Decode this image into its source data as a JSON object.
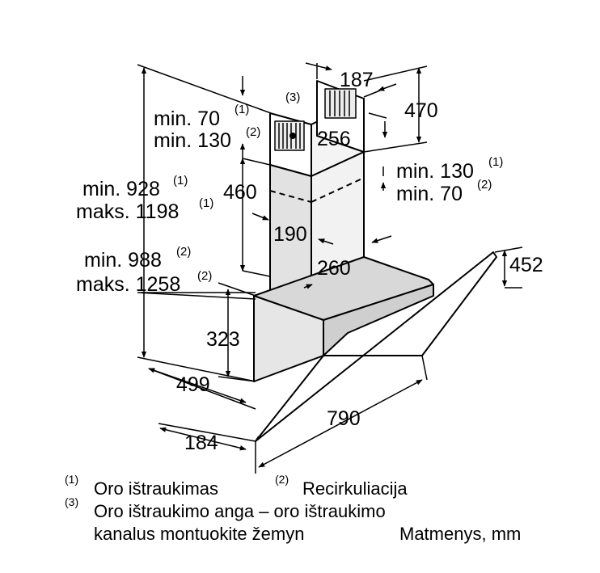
{
  "diagram": {
    "colors": {
      "line": "#000000",
      "hood_shade": "#dcdcdc",
      "panel_light": "#ececec",
      "glass": "#ffffff"
    },
    "labels": {
      "exhaust_gap": "min. 70",
      "exhaust_gap_note": "(1)",
      "recirc_gap": "min. 130",
      "recirc_gap_note": "(2)",
      "vent_opening_note": "(3)",
      "chimney_top_width": "187",
      "chimney_top_height": "470",
      "chimney_depth": "256",
      "right_gap_1": "min. 130",
      "right_gap_1_note": "(1)",
      "right_gap_2": "min. 70",
      "right_gap_2_note": "(2)",
      "total_height_min_exhaust": "min. 928",
      "total_height_min_exhaust_note": "(1)",
      "total_height_max_exhaust": "maks. 1198",
      "total_height_max_exhaust_note": "(1)",
      "lower_chimney_height": "460",
      "lower_chimney_width": "190",
      "lower_chimney_depth": "260",
      "total_height_min_recirc": "min. 988",
      "total_height_min_recirc_note": "(2)",
      "total_height_max_recirc": "maks. 1258",
      "total_height_max_recirc_note": "(2)",
      "glass_height": "452",
      "body_height": "323",
      "body_depth": "499",
      "overall_width": "790",
      "bottom_depth": "184"
    },
    "legend": {
      "note1_marker": "(1)",
      "note1_text": "Oro ištraukimas",
      "note2_marker": "(2)",
      "note2_text": "Recirkuliacija",
      "note3_marker": "(3)",
      "note3_line1": "Oro ištraukimo anga – oro ištraukimo",
      "note3_line2": "kanalus montuokite žemyn",
      "units": "Matmenys, mm"
    }
  }
}
